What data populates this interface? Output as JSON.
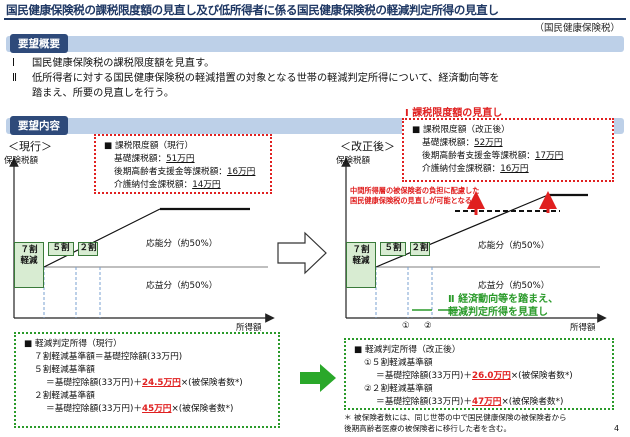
{
  "title": "国民健康保険税の課税限度額の見直し及び低所得者に係る国民健康保険税の軽減判定所得の見直し",
  "subtitle": "（国民健康保険税）",
  "summary": {
    "heading": "要望概要",
    "items": [
      {
        "num": "Ⅰ",
        "line1": "国民健康保険税の課税限度額を見直す。"
      },
      {
        "num": "Ⅱ",
        "line1": "低所得者に対する国民健康保険税の軽減措置の対象となる世帯の軽減判定所得について、経済動向等を",
        "line2": "踏まえ、所要の見直しを行う。"
      }
    ]
  },
  "content": {
    "heading": "要望内容",
    "current_label": "＜現行＞",
    "revised_label": "＜改正後＞",
    "y_axis_label": "保険税額",
    "x_axis_label": "所得額",
    "zone_upper": "応能分（約50%）",
    "zone_lower": "応益分（約50%）",
    "chip_7": "７割\n軽減",
    "chip_5": "５割",
    "chip_2": "２割",
    "current_limit": {
      "title": "課税限度額（現行）",
      "rows": [
        {
          "label": "基礎課税額：",
          "value": "51万円"
        },
        {
          "label": "後期高齢者支援金等課税額：",
          "value": "16万円"
        },
        {
          "label": "介護納付金課税額：",
          "value": "14万円"
        }
      ]
    },
    "revised_limit": {
      "heading": "Ⅰ 課税限度額の見直し",
      "title": "課税限度額（改正後）",
      "rows": [
        {
          "label": "基礎課税額：",
          "value": "52万円"
        },
        {
          "label": "後期高齢者支援金等課税額：",
          "value": "17万円"
        },
        {
          "label": "介護納付金課税額：",
          "value": "16万円"
        }
      ]
    },
    "burden_note": "中間所得層の被保険者の負担に配慮した\n国民健康保険税の見直しが可能となる。",
    "revise_note": "Ⅱ 経済動向等を踏まえ、\n軽減判定所得を見直し",
    "marker_1": "①",
    "marker_2": "②",
    "current_income": {
      "title": "軽減判定所得（現行）",
      "r7": "７割軽減基準額＝基礎控除額(33万円)",
      "r5": "５割軽減基準額",
      "r5_pre": "＝基礎控除額(33万円)＋",
      "r5_val": "24.5万円",
      "r5_post": "×(被保険者数*)",
      "r2": "２割軽減基準額",
      "r2_pre": "＝基礎控除額(33万円)＋",
      "r2_val": "45万円",
      "r2_post": "×(被保険者数*)"
    },
    "revised_income": {
      "title": "軽減判定所得（改正後）",
      "r5": "①５割軽減基準額",
      "r5_pre": "＝基礎控除額(33万円)＋",
      "r5_val": "26.0万円",
      "r5_post": "×(被保険者数*)",
      "r2": "②２割軽減基準額",
      "r2_pre": "＝基礎控除額(33万円)＋",
      "r2_val": "47万円",
      "r2_post": "×(被保険者数*)"
    },
    "footnote": "＊ 被保険者数には、同じ世帯の中で国民健康保険の被保険者から\n後期高齢者医療の被保険者に移行した者を含む。",
    "page_number": "4"
  },
  "colors": {
    "title": "#1f3864",
    "accent": "#e02020",
    "green": "#2a9a2a",
    "section": "#2e4a7a"
  }
}
